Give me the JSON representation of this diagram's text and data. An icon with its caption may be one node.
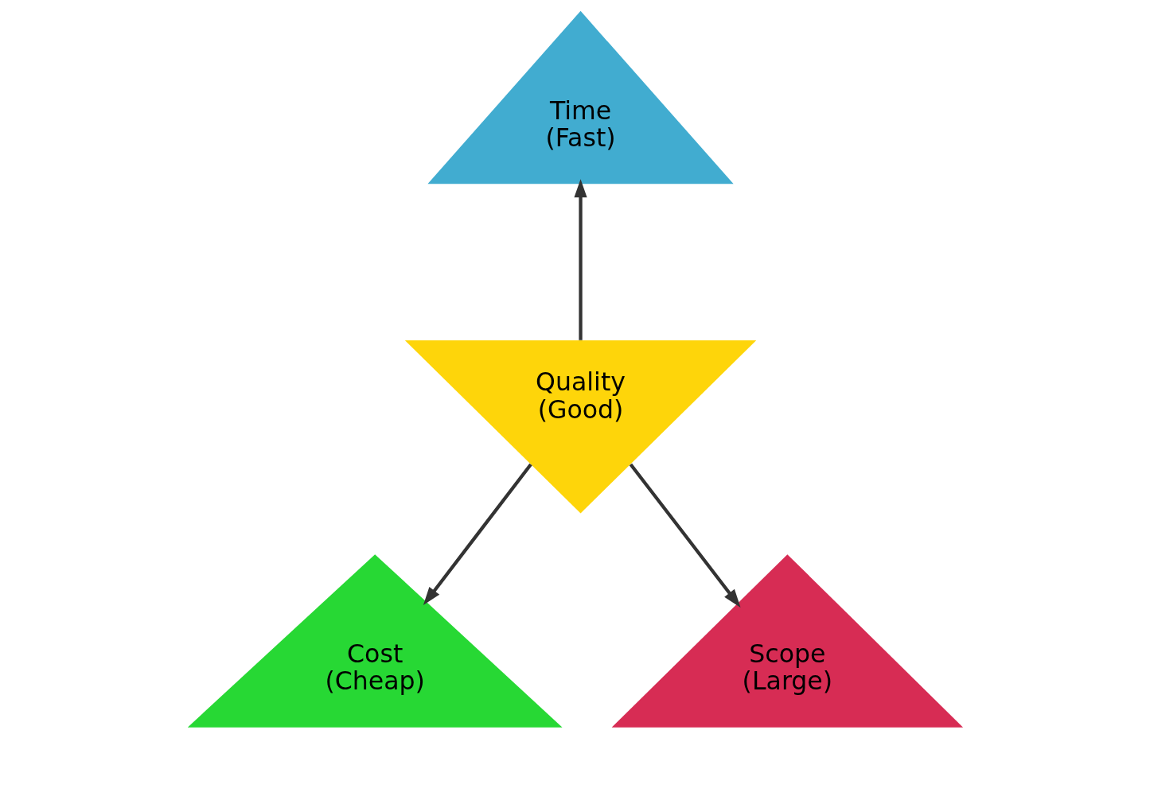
{
  "diagram": {
    "nodes": [
      {
        "text": [
          "Time",
          "(Fast)"
        ]
      },
      {
        "text": [
          "Quality",
          "(Good)"
        ]
      },
      {
        "text": [
          "Cost",
          "(Cheap)"
        ]
      },
      {
        "text": [
          "Scope",
          "(Large)"
        ]
      }
    ],
    "edges": [
      {
        "from": 1,
        "to": 0,
        "arrow": "to"
      },
      {
        "from": 1,
        "to": 2,
        "arrow": "to"
      },
      {
        "from": 1,
        "to": 3,
        "arrow": "to"
      }
    ]
  }
}
